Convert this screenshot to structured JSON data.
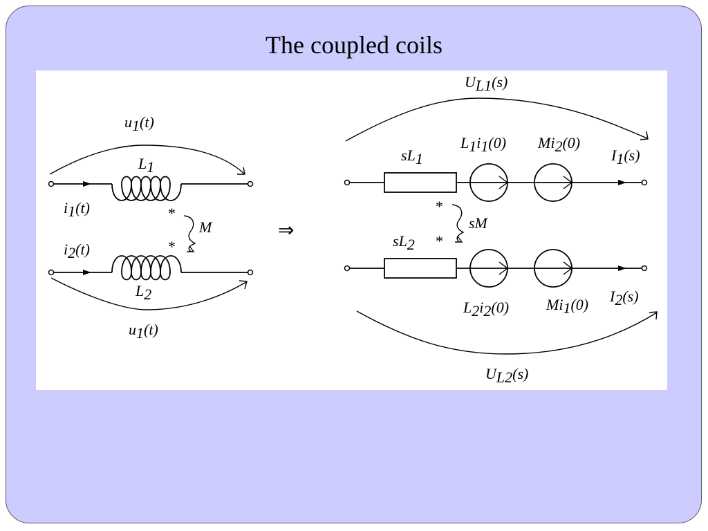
{
  "slide": {
    "title": "The coupled coils"
  },
  "left": {
    "u_top": {
      "main": "u",
      "sub": "1",
      "arg": "(t)"
    },
    "L1": {
      "main": "L",
      "sub": "1"
    },
    "i1": {
      "main": "i",
      "sub": "1",
      "arg": "(t)"
    },
    "M": "M",
    "i2": {
      "main": "i",
      "sub": "2",
      "arg": "(t)"
    },
    "L2": {
      "main": "L",
      "sub": "2"
    },
    "u_bottom": {
      "main": "u",
      "sub": "1",
      "arg": "(t)"
    },
    "dot": "*"
  },
  "arrow": "⇒",
  "right": {
    "U_top": {
      "main": "U",
      "sub": "L1",
      "arg": "(s)"
    },
    "sL1": {
      "pre": "s",
      "main": "L",
      "sub": "1"
    },
    "L1i1": {
      "main": "L",
      "sub": "1",
      "main2": "i",
      "sub2": "1",
      "arg": "(0)"
    },
    "Mi2": {
      "main": "Mi",
      "sub": "2",
      "arg": "(0)"
    },
    "I1": {
      "main": "I",
      "sub": "1",
      "arg": "(s)"
    },
    "sM": "sM",
    "sL2": {
      "pre": "s",
      "main": "L",
      "sub": "2"
    },
    "L2i2": {
      "main": "L",
      "sub": "2",
      "main2": "i",
      "sub2": "2",
      "arg": "(0)"
    },
    "Mi1": {
      "main": "Mi",
      "sub": "1",
      "arg": "(0)"
    },
    "I2": {
      "main": "I",
      "sub": "2",
      "arg": "(s)"
    },
    "U_bottom": {
      "main": "U",
      "sub": "L2",
      "arg": "(s)"
    },
    "dot": "*"
  }
}
